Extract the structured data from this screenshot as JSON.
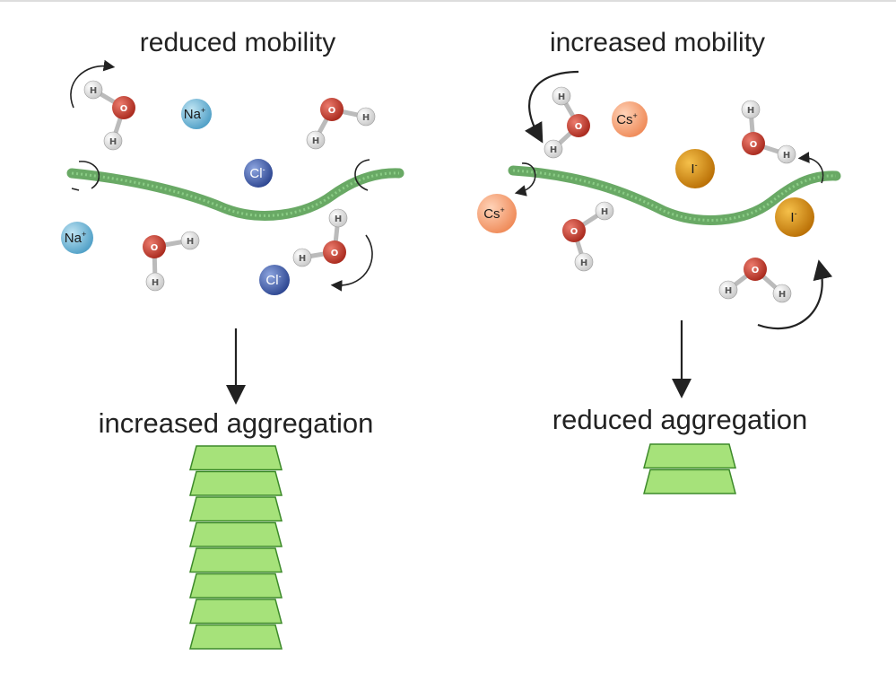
{
  "panels": {
    "left": {
      "title": "reduced mobility",
      "outcome": "increased aggregation",
      "cation_label": "Na",
      "cation_charge": "+",
      "anion_label": "Cl",
      "anion_charge": "-",
      "stack_layers": 8
    },
    "right": {
      "title": "increased mobility",
      "outcome": "reduced aggregation",
      "cation_label": "Cs",
      "cation_charge": "+",
      "anion_label": "I",
      "anion_charge": "-",
      "stack_layers": 2
    }
  },
  "atoms": {
    "oxygen": "O",
    "hydrogen": "H"
  },
  "colors": {
    "na": "#6fb6d6",
    "cl": "#3c5aa6",
    "cs": "#f4a077",
    "iodide": "#d88a0e",
    "oxygen": "#c8392b",
    "hydrogen": "#e6e6e6",
    "protein": "#4f9a4a",
    "sheet_fill": "#a6e27a",
    "sheet_stroke": "#3d8a2a"
  }
}
